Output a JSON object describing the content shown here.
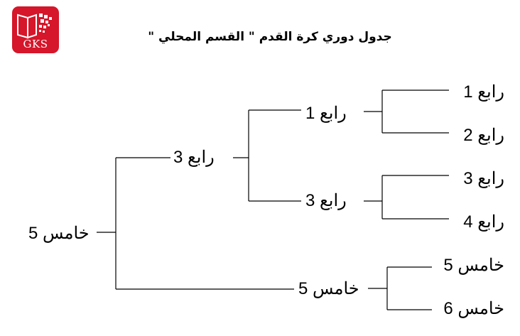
{
  "logo": {
    "text": "GKS",
    "colors": {
      "background": "#d6162a",
      "foreground": "#ffffff"
    }
  },
  "title": "جدول دوري كرة القدم \" القسم المحلي \"",
  "bracket": {
    "round1": [
      "رابع 1",
      "رابع 2",
      "رابع 3",
      "رابع 4",
      "خامس 5",
      "خامس 6"
    ],
    "round2": [
      "رابع 1",
      "رابع 3",
      "خامس 5"
    ],
    "round3": [
      "رابع 3"
    ],
    "final": [
      "خامس 5"
    ]
  }
}
